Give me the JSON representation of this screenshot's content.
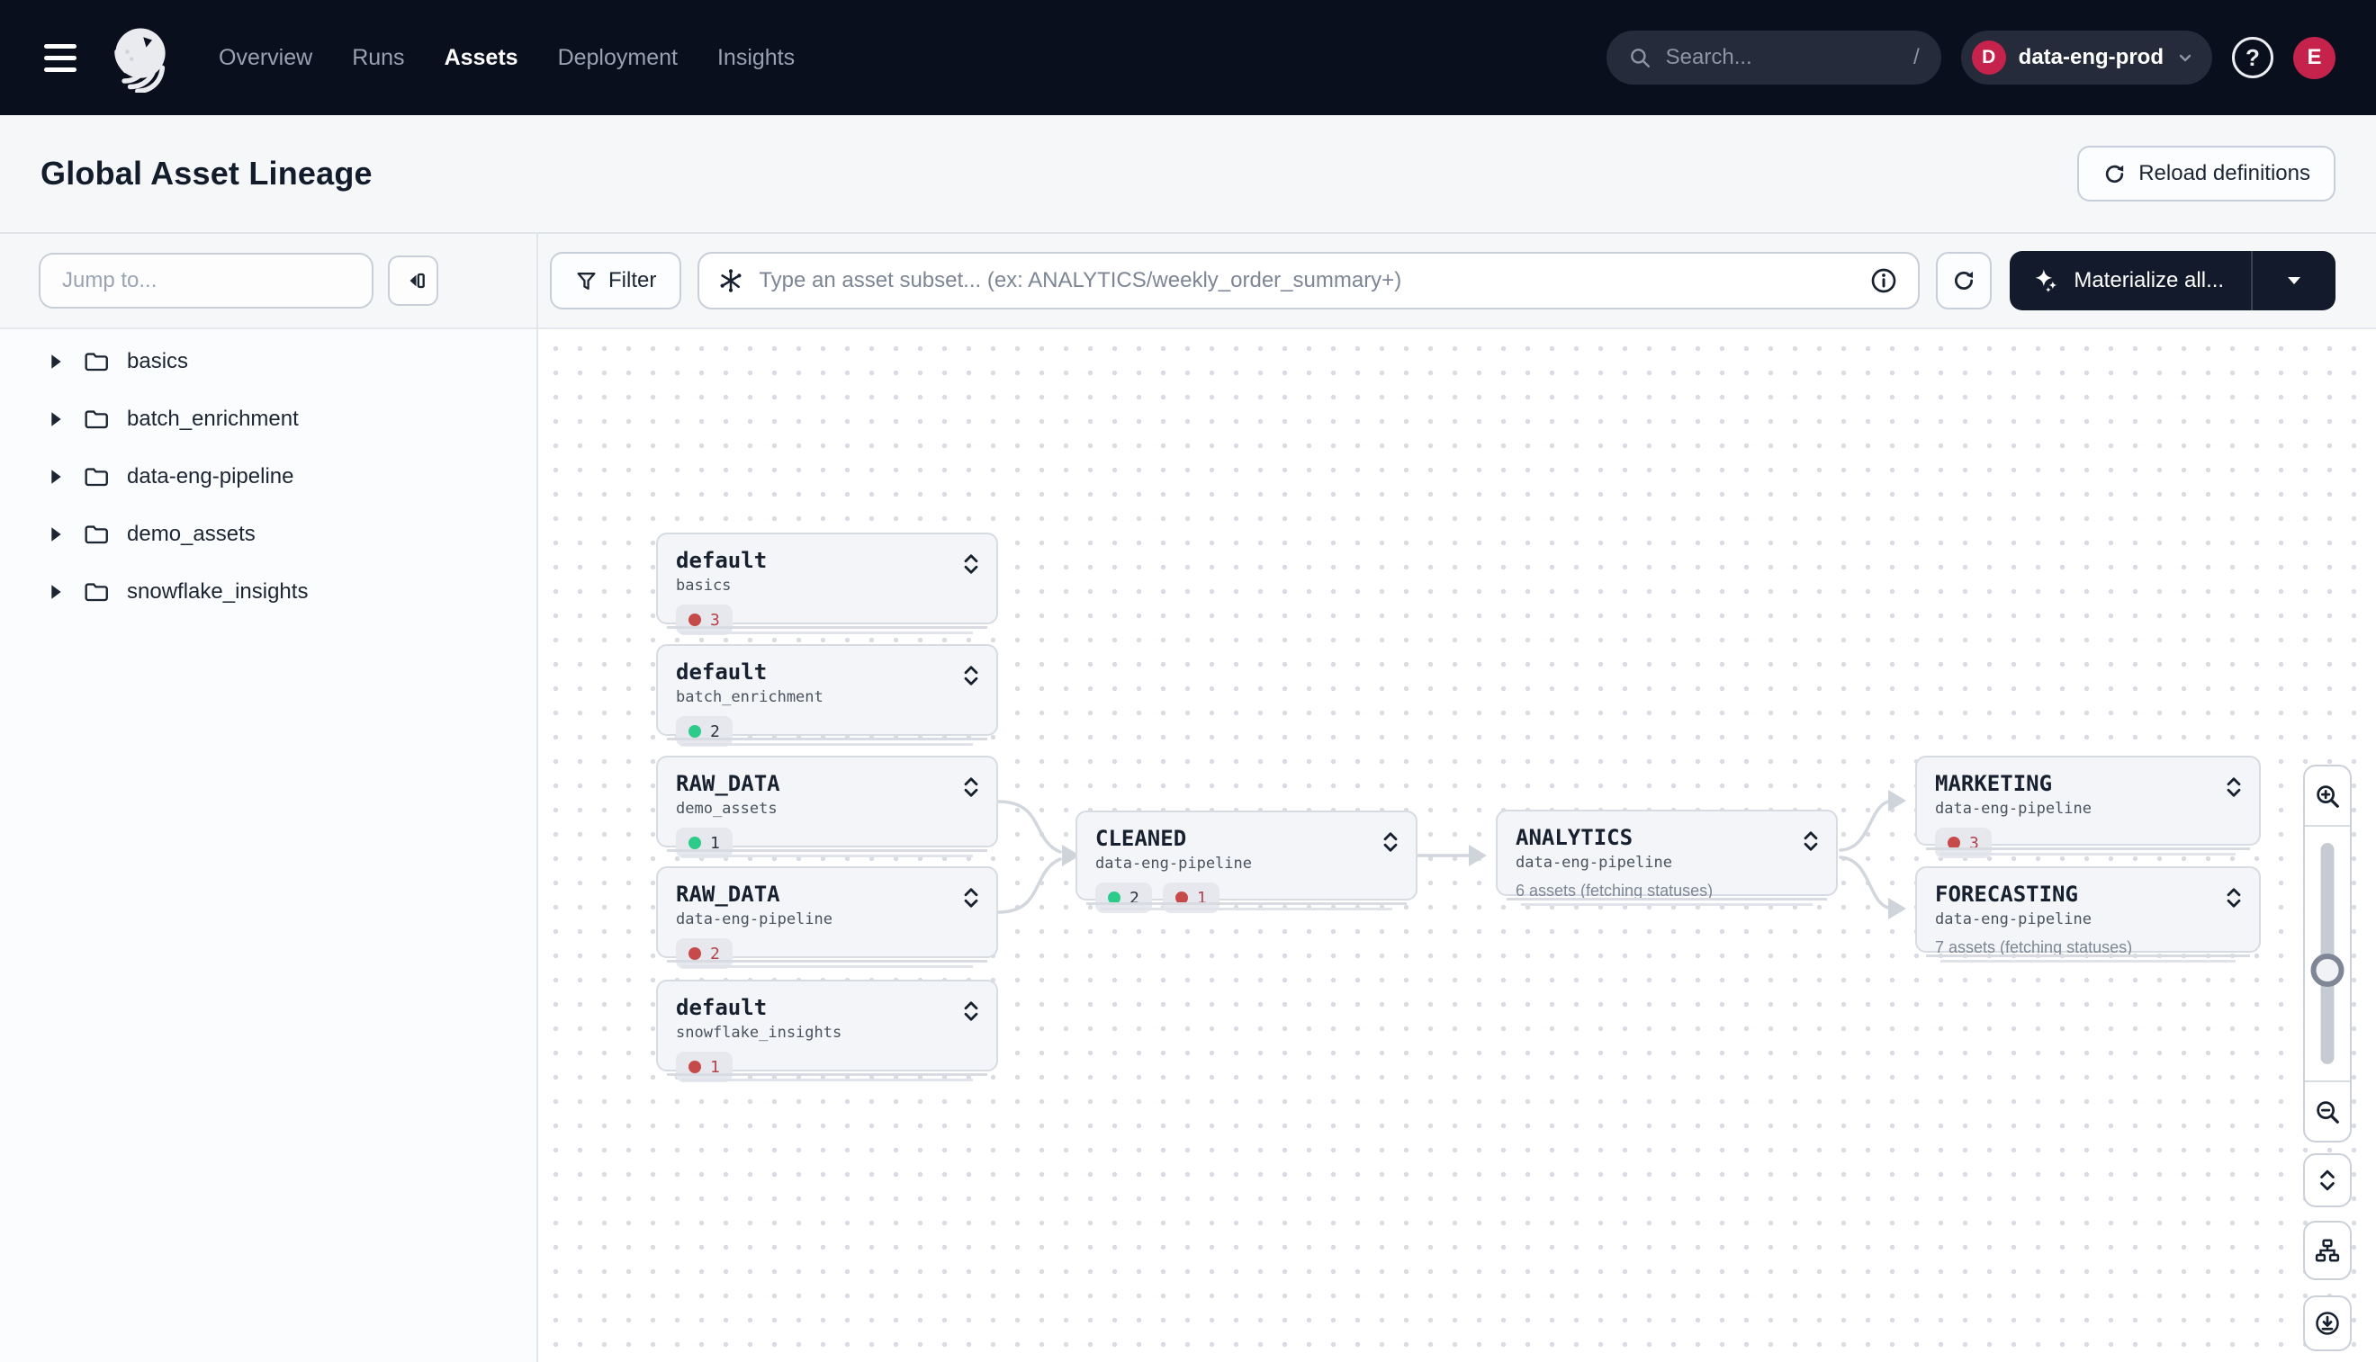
{
  "topnav": {
    "items": [
      {
        "label": "Overview",
        "active": false
      },
      {
        "label": "Runs",
        "active": false
      },
      {
        "label": "Assets",
        "active": true
      },
      {
        "label": "Deployment",
        "active": false
      },
      {
        "label": "Insights",
        "active": false
      }
    ],
    "search": {
      "placeholder": "Search...",
      "shortcut": "/"
    },
    "deployment": {
      "initial": "D",
      "label": "data-eng-prod"
    },
    "help_glyph": "?",
    "avatar_initial": "E"
  },
  "header": {
    "title": "Global Asset Lineage",
    "reload_label": "Reload definitions"
  },
  "sidebar": {
    "jump_placeholder": "Jump to...",
    "groups": [
      "basics",
      "batch_enrichment",
      "data-eng-pipeline",
      "demo_assets",
      "snowflake_insights"
    ]
  },
  "toolbar": {
    "filter_label": "Filter",
    "subset_placeholder": "Type an asset subset... (ex: ANALYTICS/weekly_order_summary+)",
    "materialize_label": "Materialize all..."
  },
  "graph": {
    "nodes": [
      {
        "title": "default",
        "subtitle": "basics",
        "badges": [
          {
            "status": "error",
            "count": 3
          }
        ]
      },
      {
        "title": "default",
        "subtitle": "batch_enrichment",
        "badges": [
          {
            "status": "success",
            "count": 2
          }
        ]
      },
      {
        "title": "RAW_DATA",
        "subtitle": "demo_assets",
        "badges": [
          {
            "status": "success",
            "count": 1
          }
        ]
      },
      {
        "title": "RAW_DATA",
        "subtitle": "data-eng-pipeline",
        "badges": [
          {
            "status": "error",
            "count": 2
          }
        ]
      },
      {
        "title": "default",
        "subtitle": "snowflake_insights",
        "badges": [
          {
            "status": "error",
            "count": 1
          }
        ]
      },
      {
        "title": "CLEANED",
        "subtitle": "data-eng-pipeline",
        "badges": [
          {
            "status": "success",
            "count": 2
          },
          {
            "status": "error",
            "count": 1
          }
        ]
      },
      {
        "title": "ANALYTICS",
        "subtitle": "data-eng-pipeline",
        "note": "6 assets (fetching statuses)"
      },
      {
        "title": "MARKETING",
        "subtitle": "data-eng-pipeline",
        "badges": [
          {
            "status": "error",
            "count": 3
          }
        ]
      },
      {
        "title": "FORECASTING",
        "subtitle": "data-eng-pipeline",
        "note": "7 assets (fetching statuses)"
      }
    ],
    "edges": [
      {
        "from": "RAW_DATA/demo_assets",
        "to": "CLEANED/data-eng-pipeline"
      },
      {
        "from": "RAW_DATA/data-eng-pipeline",
        "to": "CLEANED/data-eng-pipeline"
      },
      {
        "from": "CLEANED/data-eng-pipeline",
        "to": "ANALYTICS/data-eng-pipeline"
      },
      {
        "from": "ANALYTICS/data-eng-pipeline",
        "to": "MARKETING/data-eng-pipeline"
      },
      {
        "from": "ANALYTICS/data-eng-pipeline",
        "to": "FORECASTING/data-eng-pipeline"
      }
    ],
    "status_colors": {
      "success": "#2dcb8a",
      "error": "#c64a4a"
    }
  },
  "colors": {
    "accent": "#c5234c",
    "nav_bg": "#0a0f1e",
    "dark_button": "#131a2c"
  }
}
